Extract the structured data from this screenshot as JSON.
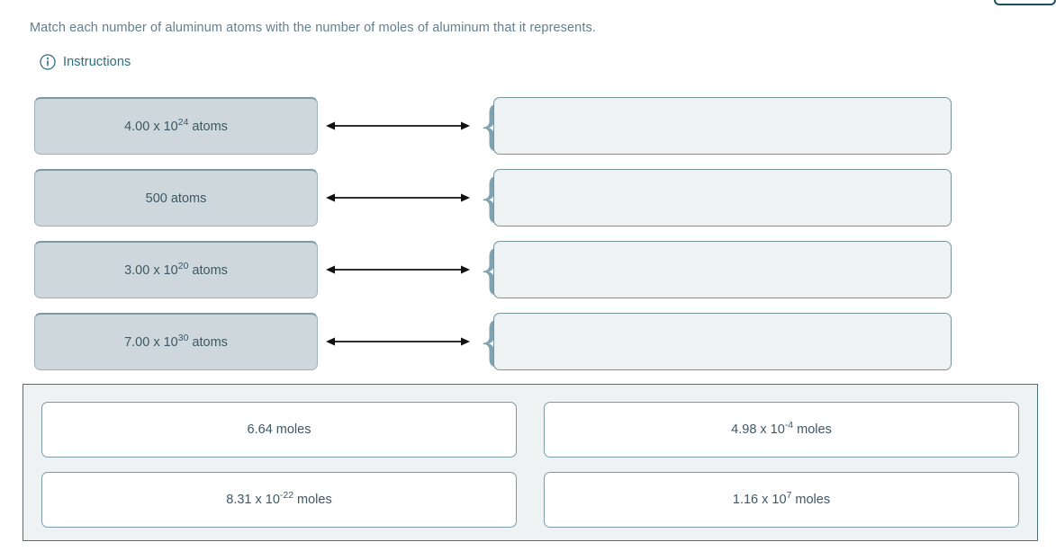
{
  "prompt": "Match each number of aluminum atoms with the number of moles of aluminum that it represents.",
  "instructions": {
    "label": "Instructions",
    "icon": "info-circle-icon"
  },
  "colors": {
    "tile_fill": "#ced8dc",
    "dropzone_fill": "#eff2f3",
    "accent_teal": "#2d6e80",
    "brace": "#7fa3ae",
    "text": "#3c5866",
    "prompt_text": "#62808e"
  },
  "match_rows": [
    {
      "prompt_mantissa": "4.00 x 10",
      "prompt_exponent": "24",
      "prompt_unit": " atoms",
      "connector": "double-headed-arrow",
      "brace": "{",
      "answer_value": ""
    },
    {
      "prompt_mantissa": "500 atoms",
      "prompt_exponent": "",
      "prompt_unit": "",
      "connector": "double-headed-arrow",
      "brace": "{",
      "answer_value": ""
    },
    {
      "prompt_mantissa": "3.00 x 10",
      "prompt_exponent": "20",
      "prompt_unit": " atoms",
      "connector": "double-headed-arrow",
      "brace": "{",
      "answer_value": ""
    },
    {
      "prompt_mantissa": "7.00 x 10",
      "prompt_exponent": "30",
      "prompt_unit": " atoms",
      "connector": "double-headed-arrow",
      "brace": "{",
      "answer_value": ""
    }
  ],
  "answer_bank": [
    {
      "mantissa": "6.64 moles",
      "exponent": "",
      "unit": ""
    },
    {
      "mantissa": "4.98 x 10",
      "exponent": "-4",
      "unit": " moles"
    },
    {
      "mantissa": "8.31 x 10",
      "exponent": "-22",
      "unit": " moles"
    },
    {
      "mantissa": "1.16 x 10",
      "exponent": "7",
      "unit": " moles"
    }
  ]
}
